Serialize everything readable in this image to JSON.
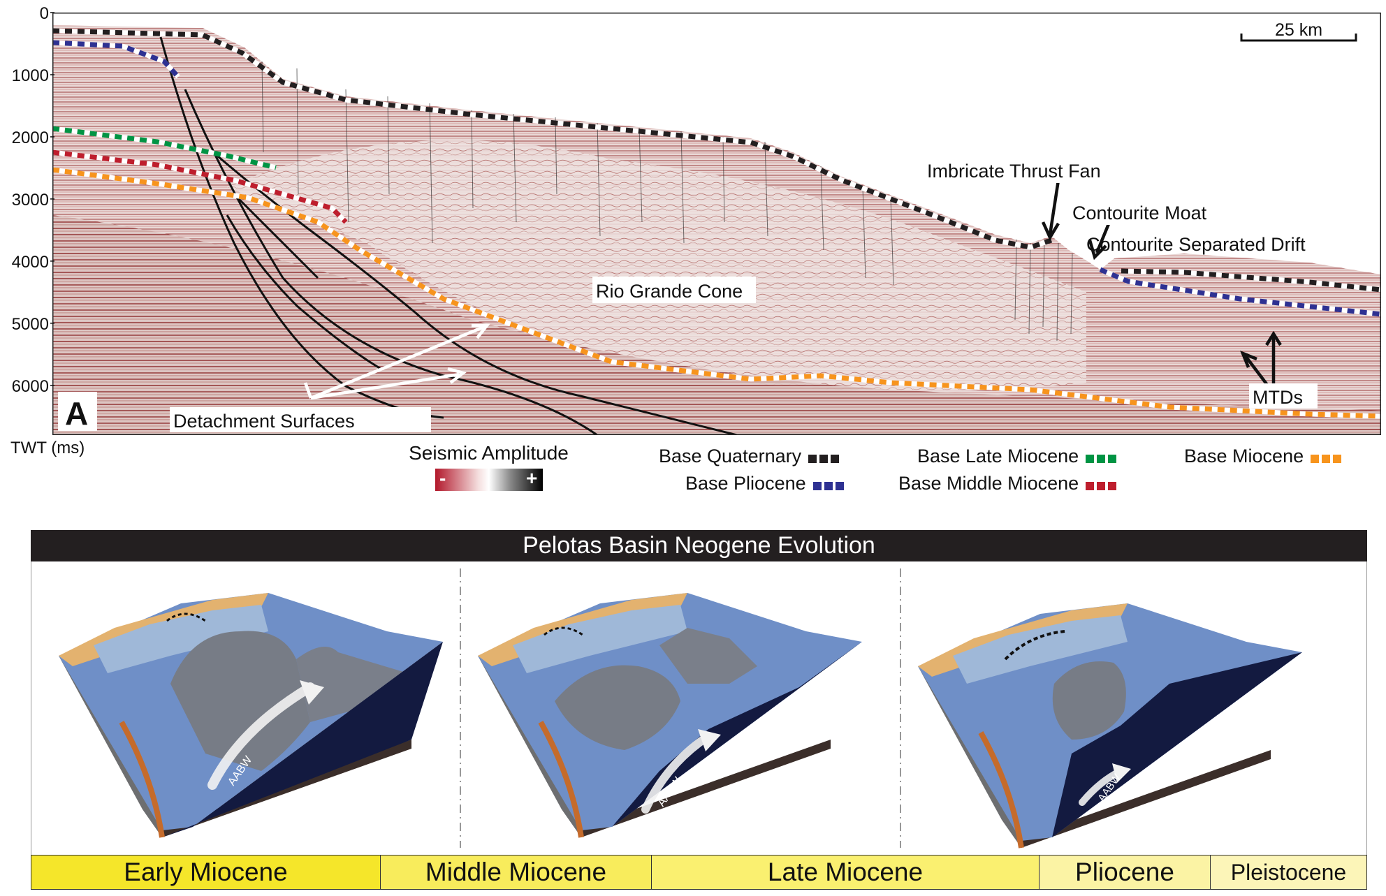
{
  "seismic": {
    "panel_letter": "A",
    "y_axis_label": "TWT (ms)",
    "y_ticks": [
      "0",
      "1000",
      "2000",
      "3000",
      "4000",
      "5000",
      "6000"
    ],
    "y_tick_values": [
      0,
      1000,
      2000,
      3000,
      4000,
      5000,
      6000
    ],
    "y_max": 6800,
    "scale_bar_label": "25 km",
    "annotations": {
      "imbricate": "Imbricate Thrust Fan",
      "moat": "Contourite Moat",
      "drift": "Contourite Separated Drift",
      "cone": "Rio Grande Cone",
      "mtds": "MTDs",
      "detachment": "Detachment Surfaces"
    }
  },
  "amplitude_legend": {
    "title": "Seismic Amplitude",
    "minus": "-",
    "plus": "+",
    "colors": [
      "#b2182b",
      "#ffffff",
      "#000000"
    ]
  },
  "horizons": [
    {
      "label": "Base Quaternary",
      "color": "#231f20"
    },
    {
      "label": "Base Pliocene",
      "color": "#2e3192"
    },
    {
      "label": "Base Late Miocene",
      "color": "#009444"
    },
    {
      "label": "Base Middle Miocene",
      "color": "#be1e2d"
    },
    {
      "label": "Base Miocene",
      "color": "#f7941d"
    }
  ],
  "evolution": {
    "title": "Pelotas Basin Neogene Evolution",
    "current_label": "AABW",
    "time_periods": [
      "Early Miocene",
      "Middle Miocene",
      "Late Miocene",
      "Pliocene",
      "Pleistocene"
    ],
    "time_colors": [
      "#f5e62a",
      "#f8ec5c",
      "#faf070",
      "#fbf3a4",
      "#fcf5b8"
    ]
  }
}
